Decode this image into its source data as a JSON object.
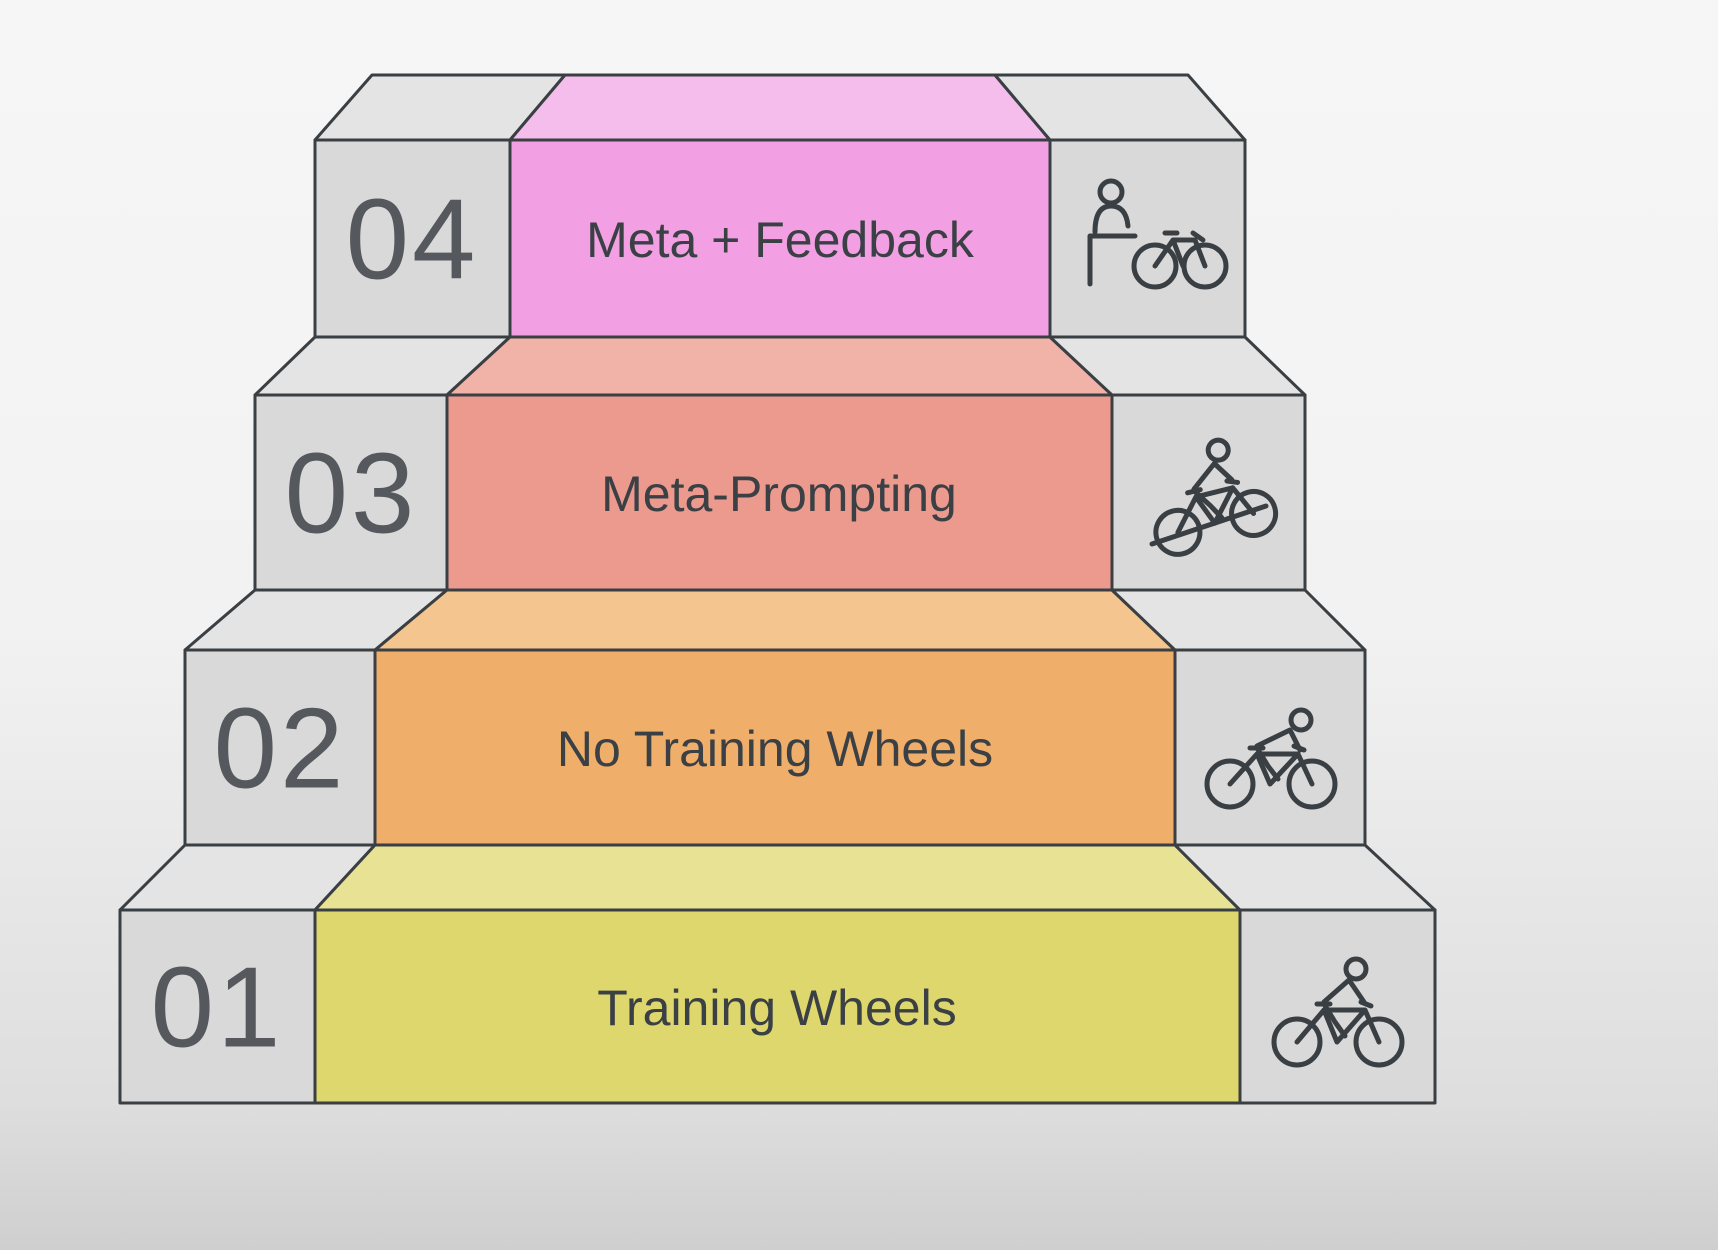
{
  "diagram": {
    "type": "staircase-pyramid",
    "description_order": "levels listed top (04) to bottom (01)",
    "outline_color": "#3a3f44",
    "block_gray_front": "#d9d9d9",
    "block_gray_top": "#e4e4e4",
    "number_color": "#55595e",
    "label_color": "#3b4045",
    "background_top": "#f6f6f6",
    "background_bottom": "#cfcfcf"
  },
  "levels": [
    {
      "number": "04",
      "label": "Meta + Feedback",
      "color": "#f2a0e3",
      "top_color": "#f5bdeb",
      "icon": "person-standing-with-bicycle"
    },
    {
      "number": "03",
      "label": "Meta-Prompting",
      "color": "#ed9a8e",
      "top_color": "#f1b2a7",
      "icon": "cyclist-riding-slope"
    },
    {
      "number": "02",
      "label": "No Training Wheels",
      "color": "#f0ae6b",
      "top_color": "#f4c58e",
      "icon": "cyclist-leaning-forward"
    },
    {
      "number": "01",
      "label": "Training Wheels",
      "color": "#ddd76d",
      "top_color": "#e7e294",
      "icon": "cyclist-riding"
    }
  ]
}
